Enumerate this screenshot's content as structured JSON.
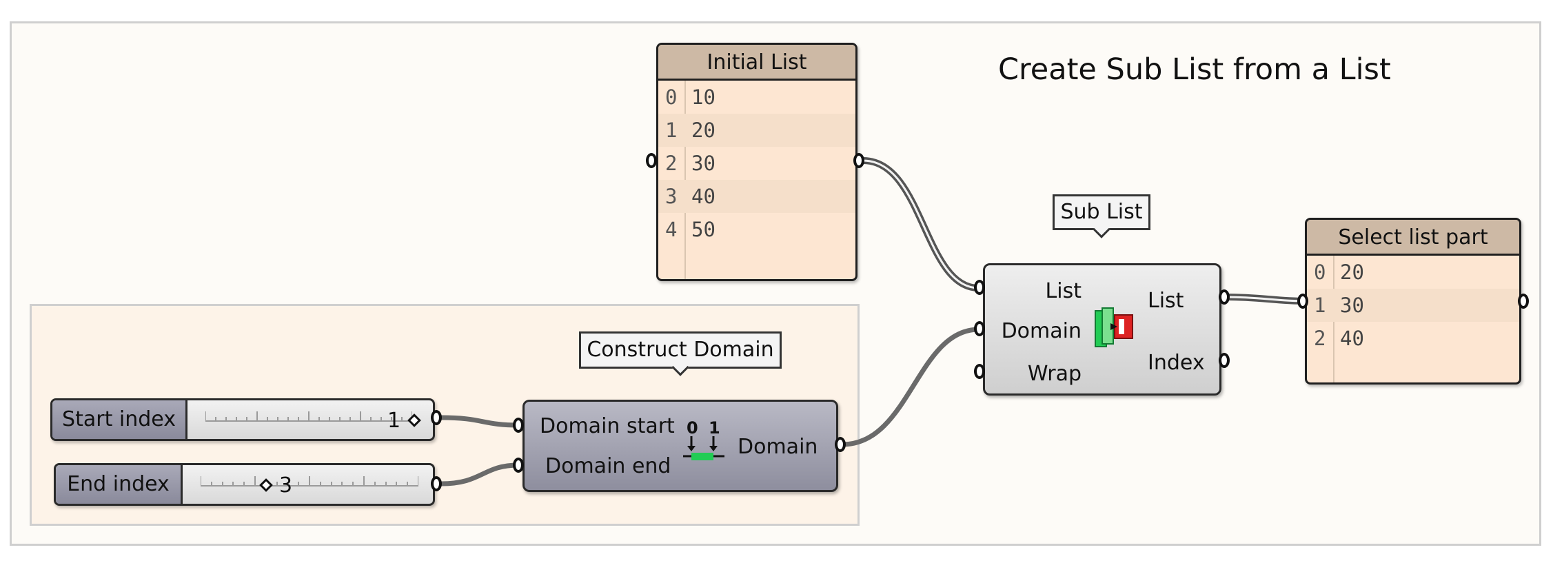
{
  "title": "Create Sub List from a List",
  "initial_list": {
    "header": "Initial List",
    "rows": [
      {
        "index": "0",
        "value": "10"
      },
      {
        "index": "1",
        "value": "20"
      },
      {
        "index": "2",
        "value": "30"
      },
      {
        "index": "3",
        "value": "40"
      },
      {
        "index": "4",
        "value": "50"
      }
    ]
  },
  "select_list": {
    "header": "Select list part",
    "rows": [
      {
        "index": "0",
        "value": "20"
      },
      {
        "index": "1",
        "value": "30"
      },
      {
        "index": "2",
        "value": "40"
      }
    ]
  },
  "sub_list": {
    "tooltip": "Sub List",
    "inputs": [
      "List",
      "Domain",
      "Wrap"
    ],
    "outputs": [
      "List",
      "Index"
    ]
  },
  "construct_domain": {
    "tooltip": "Construct Domain",
    "inputs": [
      "Domain start",
      "Domain end"
    ],
    "output": "Domain",
    "icon_labels": [
      "0",
      "1"
    ]
  },
  "sliders": {
    "start": {
      "label": "Start index",
      "value": "1",
      "fraction": 0.9
    },
    "end": {
      "label": "End index",
      "value": "3",
      "fraction": 0.3
    }
  },
  "colors": {
    "panel_bg": "#fde6d2",
    "panel_header": "#cdb9a5",
    "wire": "#6a6a6a",
    "icon_green": "#22cc55",
    "icon_red": "#dd2222"
  }
}
